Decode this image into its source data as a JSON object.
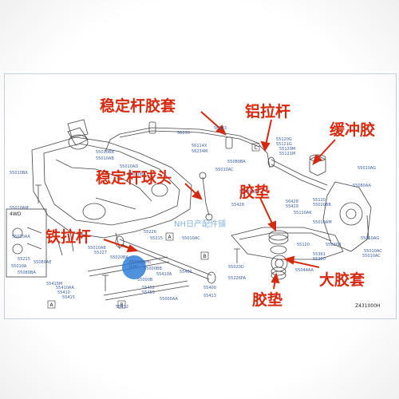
{
  "callouts": {
    "stabilizer_bushing": "稳定杆胶套",
    "aluminum_link": "铝拉杆",
    "buffer": "缓冲胶",
    "stabilizer_ball_joint": "稳定杆球头",
    "rubber_pad_upper": "胶垫",
    "iron_link": "铁拉杆",
    "large_bushing": "大胶套",
    "rubber_pad_lower": "胶垫"
  },
  "watermark": "NH日产配件铺",
  "figure_code": "Z431000H",
  "inset_label": "4WD",
  "box_letters": [
    "A",
    "B",
    "C",
    "A",
    "B"
  ],
  "part_codes": [
    "56230",
    "56243",
    "56114X",
    "56234M",
    "55010BB",
    "55010AB",
    "55010AD",
    "55010AC",
    "55080BA",
    "55020BA",
    "55010BA",
    "55226",
    "55010AA",
    "55215",
    "55080AE",
    "55080BA",
    "55010AM",
    "55010AB",
    "55227",
    "55020BA",
    "55010(RH)",
    "(LH)",
    "55000BB",
    "55000B",
    "55452",
    "55455",
    "55000AA",
    "55400",
    "55120G",
    "55121G",
    "55120M",
    "55121M",
    "55010AG",
    "55020BB",
    "56428",
    "55429",
    "55110AK",
    "55428",
    "55120",
    "55020BB",
    "55010AM",
    "55080AA",
    "55010AC",
    "55010AG",
    "55120",
    "55361",
    "55360",
    "55020B",
    "55010AC",
    "55044AA",
    "55020D",
    "55226PA",
    "55410AA",
    "55410",
    "55415",
    "55010A",
    "55415M",
    "55010AC",
    "55215",
    "55410A",
    "55401",
    "55432",
    "55413"
  ],
  "colors": {
    "callout_red": "#d62a10",
    "line_art": "#444444",
    "code_blue": "#3a5ea8",
    "highlight_blue": "#2f7fd8",
    "watermark_blue": "#5c9bd8"
  }
}
